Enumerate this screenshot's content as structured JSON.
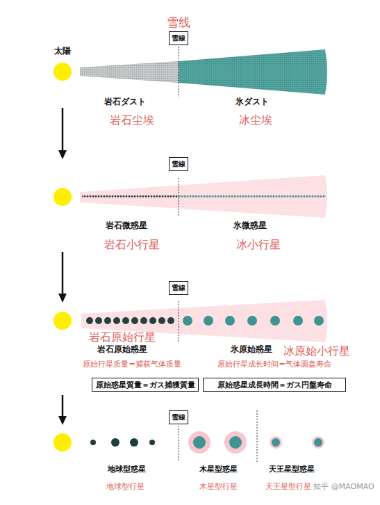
{
  "diagram": {
    "nodes": [
      {
        "text": [
          "雪線"
        ]
      },
      {
        "text": [
          "太陽"
        ]
      },
      {
        "text": [
          "雪線"
        ]
      },
      {
        "text": [
          "雪線"
        ]
      },
      {
        "text": [
          "原始惑星質量＝ガス捕獲質量"
        ]
      },
      {
        "text": [
          "原始惑星成長時間＝ガス円盤寿命"
        ]
      },
      {
        "text": [
          "雪線"
        ]
      }
    ],
    "labels": [
      "雪线",
      "岩石ダスト",
      "岩石尘埃",
      "氷ダスト",
      "冰尘埃",
      "岩石微惑星",
      "岩石小行星",
      "氷微惑星",
      "冰小行星",
      "岩石原始行星",
      "岩石原始惑星",
      "氷原始惑星",
      "冰原始小行星",
      "原始行星质量=捕获气体质量",
      "原始行星成长时间=气体圆盘寿命",
      "地球型惑星",
      "地球型行星",
      "木星型惑星",
      "木星型行星",
      "天王星型惑星",
      "天王星型行星",
      "知乎 @MAOMAO"
    ]
  }
}
